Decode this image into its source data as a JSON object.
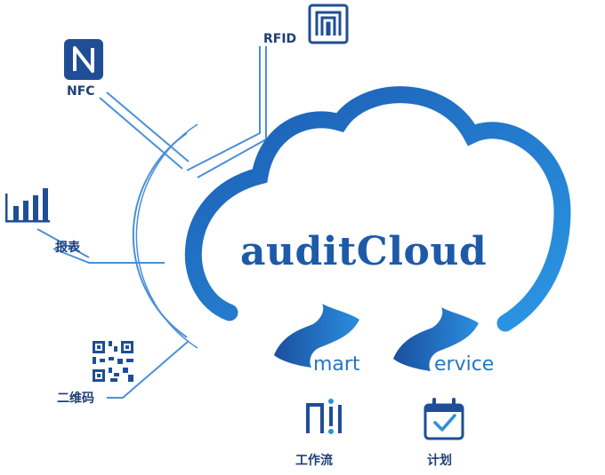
{
  "brand": {
    "title": "auditCloud",
    "sub_mart": "mart",
    "sub_ervice": "ervice"
  },
  "features": {
    "nfc": "NFC",
    "rfid": "RFID",
    "report": "报表",
    "qrcode": "二维码",
    "workflow": "工作流",
    "plan": "计划"
  },
  "colors": {
    "dark_blue": "#1f4e96",
    "cloud_blue": "#1f6fc5",
    "light_blue": "#2a90de",
    "line_blue": "#4a90d9"
  },
  "icons": [
    "nfc-icon",
    "rfid-icon",
    "bar-chart-icon",
    "qr-code-icon",
    "workflow-icon",
    "calendar-check-icon"
  ]
}
